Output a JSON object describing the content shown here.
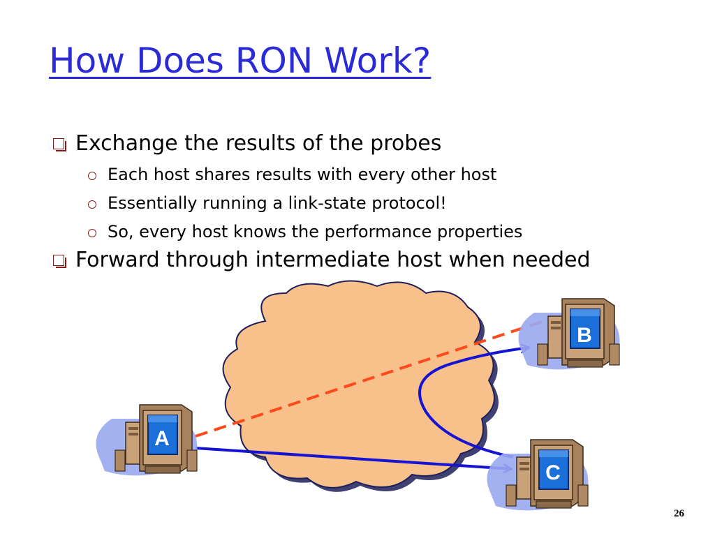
{
  "title": "How Does RON Work?",
  "bullets": [
    {
      "text": "Exchange the results of the probes",
      "sub": [
        "Each host shares results with every other host",
        "Essentially running a link-state protocol!",
        "So, every host knows the performance properties"
      ]
    },
    {
      "text": "Forward through intermediate host when needed"
    }
  ],
  "hosts": {
    "a": "A",
    "b": "B",
    "c": "C"
  },
  "colors": {
    "title": "#2b2bd6",
    "cloud_fill": "#f8c08a",
    "cloud_stroke": "#1f1f5a",
    "probe_line": "#ff4a1c",
    "route_line": "#1414d2",
    "monitor_screen": "#1b6fd8",
    "monitor_body": "#c9a27a",
    "host_shadow": "#9aa8f0"
  },
  "page_number": "26"
}
